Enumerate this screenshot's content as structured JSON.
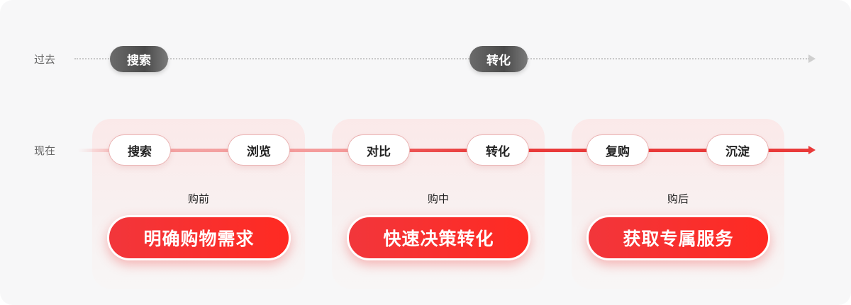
{
  "rows": {
    "past_label": "过去",
    "now_label": "现在"
  },
  "past_steps": [
    "搜索",
    "转化"
  ],
  "now_steps": [
    "搜索",
    "浏览",
    "对比",
    "转化",
    "复购",
    "沉淀"
  ],
  "stages": [
    {
      "label": "购前",
      "goal": "明确购物需求"
    },
    {
      "label": "购中",
      "goal": "快速决策转化"
    },
    {
      "label": "购后",
      "goal": "获取专属服务"
    }
  ],
  "colors": {
    "accent": "#f2363b",
    "past_pill": "#5a5a5a"
  }
}
